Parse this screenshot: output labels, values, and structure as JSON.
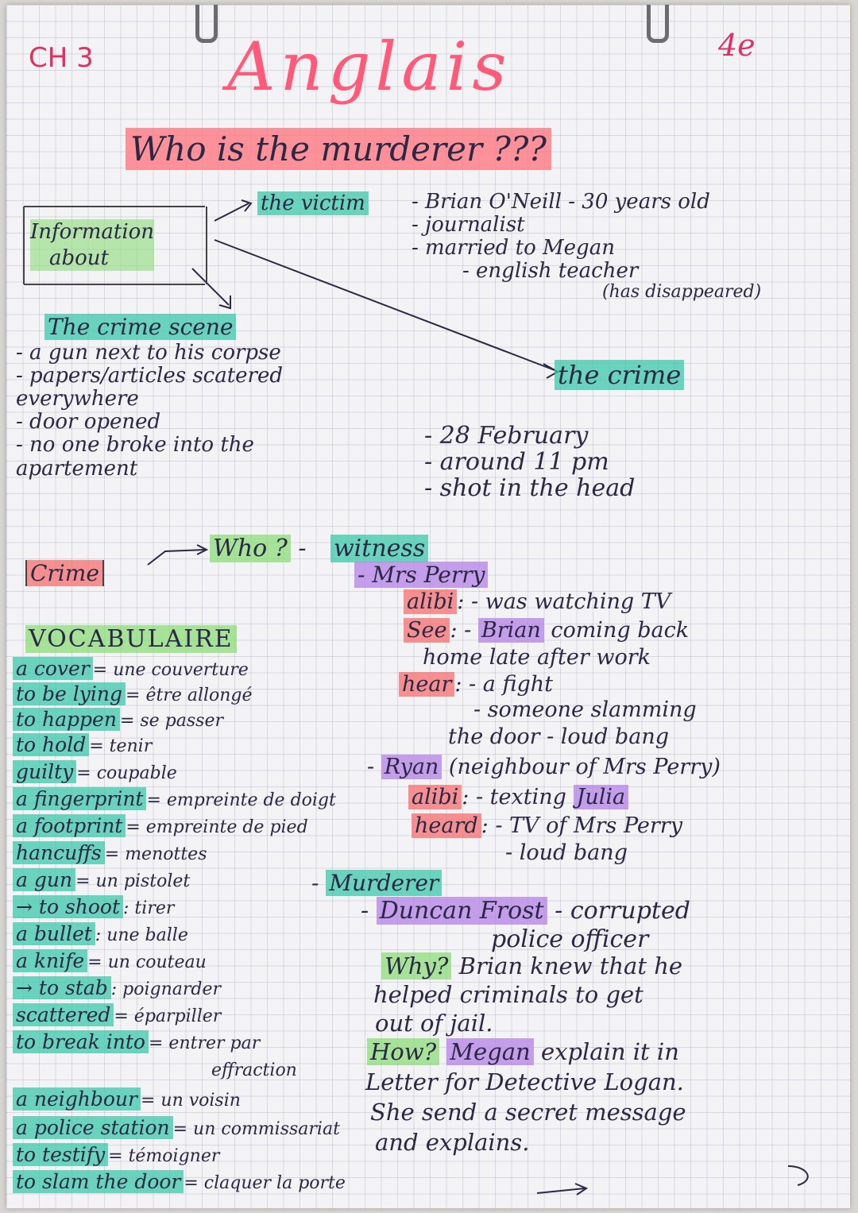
{
  "header": {
    "chapter": "CH 3",
    "title": "Anglais",
    "grade": "4e",
    "subtitle": "Who is the murderer ???"
  },
  "info": {
    "label_line1": "Information",
    "label_line2": "about"
  },
  "victim": {
    "heading": "the victim",
    "lines": [
      "- Brian O'Neill - 30 years old",
      "- journalist",
      "- married to Megan",
      "- english teacher",
      "(has disappeared)"
    ]
  },
  "crime_scene": {
    "heading": "The crime scene",
    "lines": [
      "- a gun next to his corpse",
      "- papers/articles scatered",
      "everywhere",
      "- door opened",
      "- no one broke into the",
      "apartement"
    ]
  },
  "crime": {
    "heading": "the crime",
    "lines": [
      "- 28 February",
      "- around 11 pm",
      "- shot in the head"
    ]
  },
  "crime_box": "Crime",
  "who": {
    "label": "Who ?",
    "witness_heading": "witness",
    "mrs_perry": "- Mrs Perry",
    "alibi1_label": "alibi",
    "alibi1_text": ": - was watching TV",
    "see_label": "See",
    "see_text1": ": - ",
    "see_name": "Brian",
    "see_text2": "coming back",
    "see_text3": "home late after work",
    "hear_label": "hear",
    "hear_text1": ": - a fight",
    "hear_text2": "- someone slamming",
    "hear_text3": "the door - loud bang",
    "ryan_name": "Ryan",
    "ryan_text": "(neighbour of Mrs Perry)",
    "alibi2_label": "alibi",
    "alibi2_text": ": - texting",
    "julia": "Julia",
    "heard_label": "heard",
    "heard_text1": ": - TV of Mrs Perry",
    "heard_text2": "- loud bang",
    "murderer_heading": "Murderer",
    "duncan": "Duncan Frost",
    "duncan_text1": "- corrupted",
    "duncan_text2": "police officer",
    "why_label": "Why?",
    "why_text1": "Brian knew that he",
    "why_text2": "helped criminals to get",
    "why_text3": "out of jail.",
    "how_label": "How?",
    "how_megan": "Megan",
    "how_text1": "explain it in",
    "how_text2": "Letter for Detective Logan.",
    "how_text3": "She send a secret message",
    "how_text4": "and explains."
  },
  "vocab": {
    "heading": "VOCABULAIRE",
    "items": [
      {
        "en": "a cover",
        "fr": "= une couverture"
      },
      {
        "en": "to be lying",
        "fr": "= être allongé"
      },
      {
        "en": "to happen",
        "fr": "= se passer"
      },
      {
        "en": "to hold",
        "fr": "= tenir"
      },
      {
        "en": "guilty",
        "fr": "= coupable"
      },
      {
        "en": "a fingerprint",
        "fr": "= empreinte de doigt"
      },
      {
        "en": "a footprint",
        "fr": "= empreinte de pied"
      },
      {
        "en": "hancuffs",
        "fr": "= menottes"
      },
      {
        "en": "a gun",
        "fr": "= un pistolet"
      },
      {
        "en": "→ to shoot",
        "fr": ": tirer"
      },
      {
        "en": "a bullet",
        "fr": ": une balle"
      },
      {
        "en": "a knife",
        "fr": "= un couteau"
      },
      {
        "en": "→ to stab",
        "fr": ": poignarder"
      },
      {
        "en": "scattered",
        "fr": "= éparpiller"
      },
      {
        "en": "to break into",
        "fr": "= entrer par"
      },
      {
        "en": "",
        "fr": "effraction"
      },
      {
        "en": "a neighbour",
        "fr": "= un voisin"
      },
      {
        "en": "a police station",
        "fr": "= un commissariat"
      },
      {
        "en": "to testify",
        "fr": "= témoigner"
      },
      {
        "en": "to slam the door",
        "fr": "= claquer la porte"
      }
    ]
  },
  "colors": {
    "ink": "#2a2844",
    "title_pink": "#ff5a7a",
    "teal": "#3cc8aa",
    "red": "#f56e6e",
    "purple": "#b482e6",
    "green": "#8cdc78"
  }
}
